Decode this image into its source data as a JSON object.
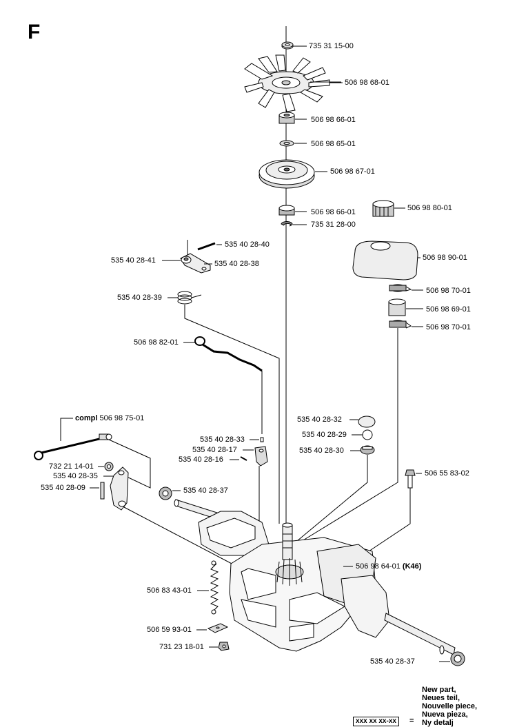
{
  "section_letter": "F",
  "parts": {
    "p1": "735 31 15-00",
    "p2": "506 98 68-01",
    "p3": "506 98 66-01",
    "p4": "506 98 65-01",
    "p5": "506 98 67-01",
    "p6": "506 98 66-01",
    "p7": "735 31 28-00",
    "p8": "506 98 80-01",
    "p9": "535 40 28-40",
    "p10": "535 40 28-41",
    "p11": "535 40 28-38",
    "p12": "506 98 90-01",
    "p13": "535 40 28-39",
    "p14": "506 98 70-01",
    "p15": "506 98 69-01",
    "p16": "506 98 70-01",
    "p17": "506 98 82-01",
    "p18_prefix": "compl",
    "p18": "506 98 75-01",
    "p19": "535 40 28-32",
    "p20": "535 40 28-29",
    "p21": "535 40 28-33",
    "p22": "535 40 28-17",
    "p23": "535 40 28-30",
    "p24": "535 40 28-16",
    "p25": "732 21 14-01",
    "p26": "506 55 83-02",
    "p27": "535 40 28-35",
    "p28": "535 40 28-09",
    "p29": "535 40 28-37",
    "p30": "506 98 64-01",
    "p30_suffix": "(K46)",
    "p31": "506 83 43-01",
    "p32": "506 59 93-01",
    "p33": "731 23 18-01",
    "p34": "535 40 28-37"
  },
  "legend": {
    "lines": [
      "New part,",
      "Neues teil,",
      "Nouvelle piece,",
      "Nueva pieza,",
      "Ny detalj"
    ],
    "box": "xxx xx xx-xx",
    "eq": "="
  }
}
